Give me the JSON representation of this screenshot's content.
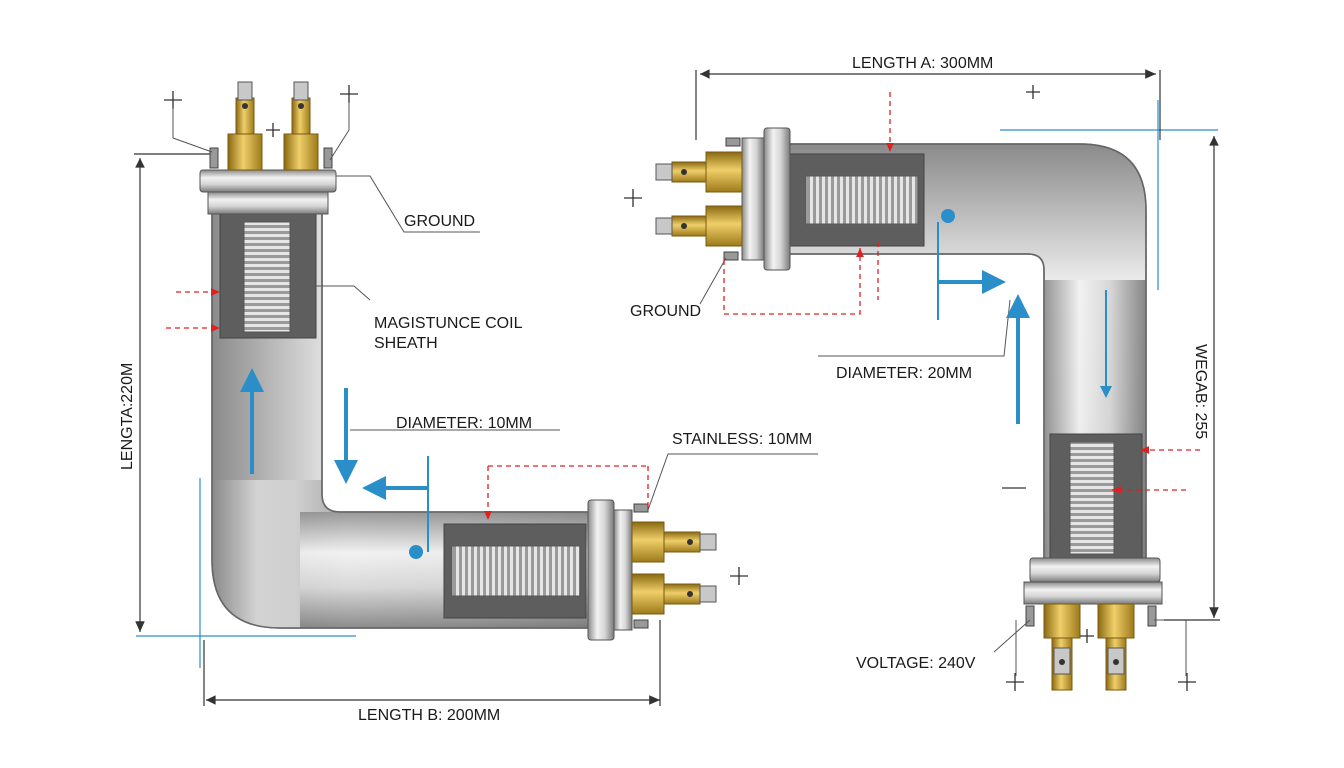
{
  "labels": {
    "left_ground": "GROUND",
    "left_coil": "MAGISTUNCE COIL",
    "left_sheath": "SHEATH",
    "left_diameter": "DIAMETER: 10MM",
    "left_stainless": "STAINLESS: 10MM",
    "left_length_vertical": "LENGTA:220M",
    "left_length_b": "LENGTH B: 200MM",
    "right_length_a": "LENGTH A: 300MM",
    "right_ground": "GROUND",
    "right_diameter": "DIAMETER: 20MM",
    "right_voltage": "VOLTAGE: 240V",
    "right_mirrored": "WEGAB: 255"
  },
  "colors": {
    "pipe_light": "#e8e8e8",
    "pipe_mid": "#b9b9b9",
    "pipe_dark": "#7a7a7a",
    "brass": "#c9a227",
    "dim_line": "#333333",
    "red_dash": "#e02020",
    "blue_arrow": "#2a8ec9"
  }
}
